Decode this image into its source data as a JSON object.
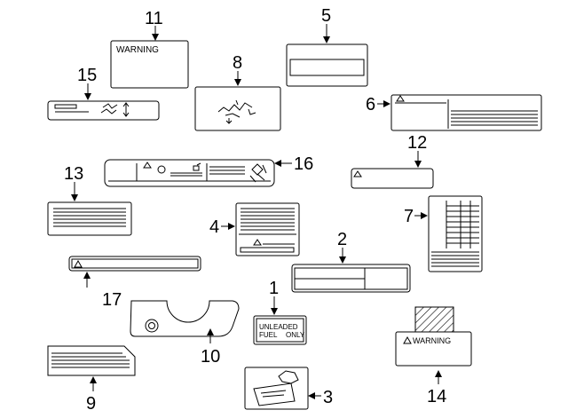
{
  "callouts": {
    "c1": "1",
    "c2": "2",
    "c3": "3",
    "c4": "4",
    "c5": "5",
    "c6": "6",
    "c7": "7",
    "c8": "8",
    "c9": "9",
    "c10": "10",
    "c11": "11",
    "c12": "12",
    "c13": "13",
    "c14": "14",
    "c15": "15",
    "c16": "16",
    "c17": "17"
  },
  "labels": {
    "warning_11": "WARNING",
    "warning_14": "WARNING",
    "fuel_line1": "UNLEADED",
    "fuel_line2a": "FUEL",
    "fuel_line2b": "ONLY"
  }
}
